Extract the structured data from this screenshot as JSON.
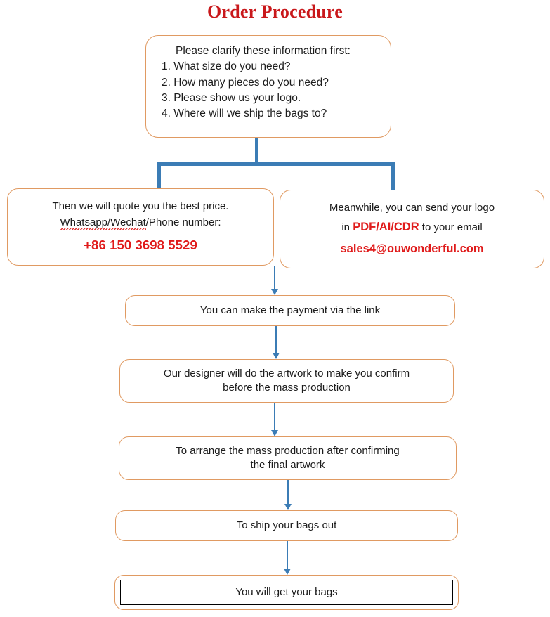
{
  "title": "Order Procedure",
  "theme": {
    "title_color": "#C9181B",
    "box_border": "#E09A62",
    "connector_blue": "#3B7CB5",
    "accent_red": "#E01B1B",
    "final_inner_border": "#000000",
    "background": "#FFFFFF"
  },
  "clarify_box": {
    "heading": "Please clarify these information first:",
    "items": [
      "1. What size do you need?",
      "2. How many pieces do you need?",
      "3. Please show us your logo.",
      "4. Where will we ship the bags to?"
    ]
  },
  "quote_box": {
    "line1": "Then we will quote you the best price.",
    "line2_prefix": "Whatsapp/Wechat",
    "line2_suffix": "/Phone number:",
    "phone": "+86 150 3698 5529"
  },
  "logo_box": {
    "line1": "Meanwhile, you can send your logo",
    "line2_prefix": "in ",
    "line2_formats": "PDF/AI/CDR",
    "line2_suffix": " to your email",
    "email": "sales4@ouwonderful.com"
  },
  "steps": {
    "payment": "You can make the payment via the link",
    "designer_line1": "Our designer will do the artwork to make you confirm",
    "designer_line2": "before the mass production",
    "mass_line1": "To arrange the mass production after confirming",
    "mass_line2": "the final artwork",
    "ship": "To ship your bags out",
    "final": "You will get your bags"
  }
}
